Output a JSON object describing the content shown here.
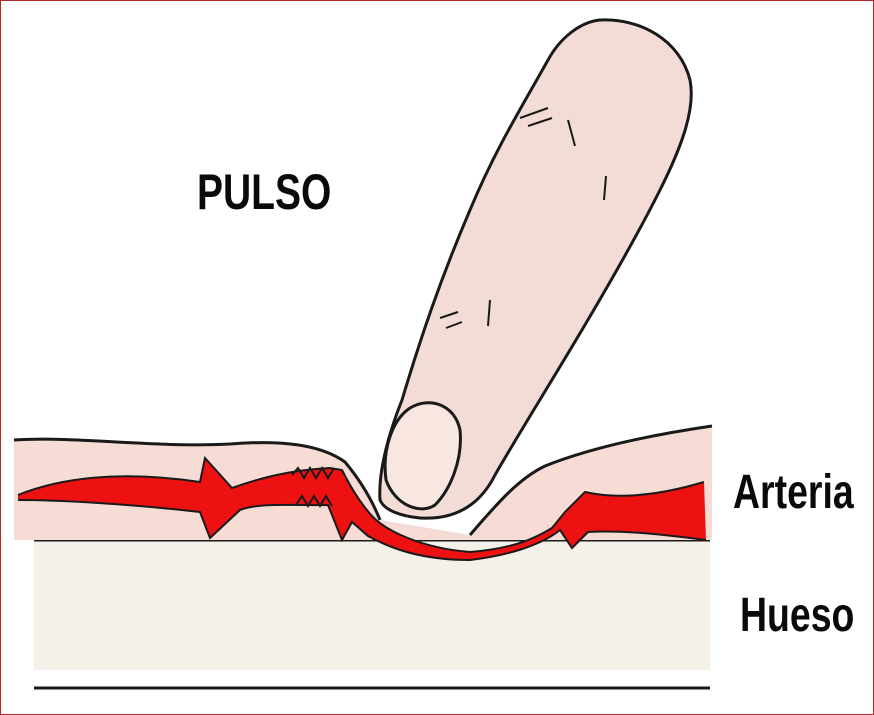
{
  "diagram": {
    "title": "PULSO",
    "labels": {
      "artery": "Arteria",
      "bone": "Hueso"
    },
    "colors": {
      "artery_red": "#ee1111",
      "skin": "#f6dcd4",
      "finger": "#f4dcd6",
      "bone": "#f6f1e8",
      "outline": "#1a1a1a",
      "frame": "#b02a2a"
    }
  }
}
